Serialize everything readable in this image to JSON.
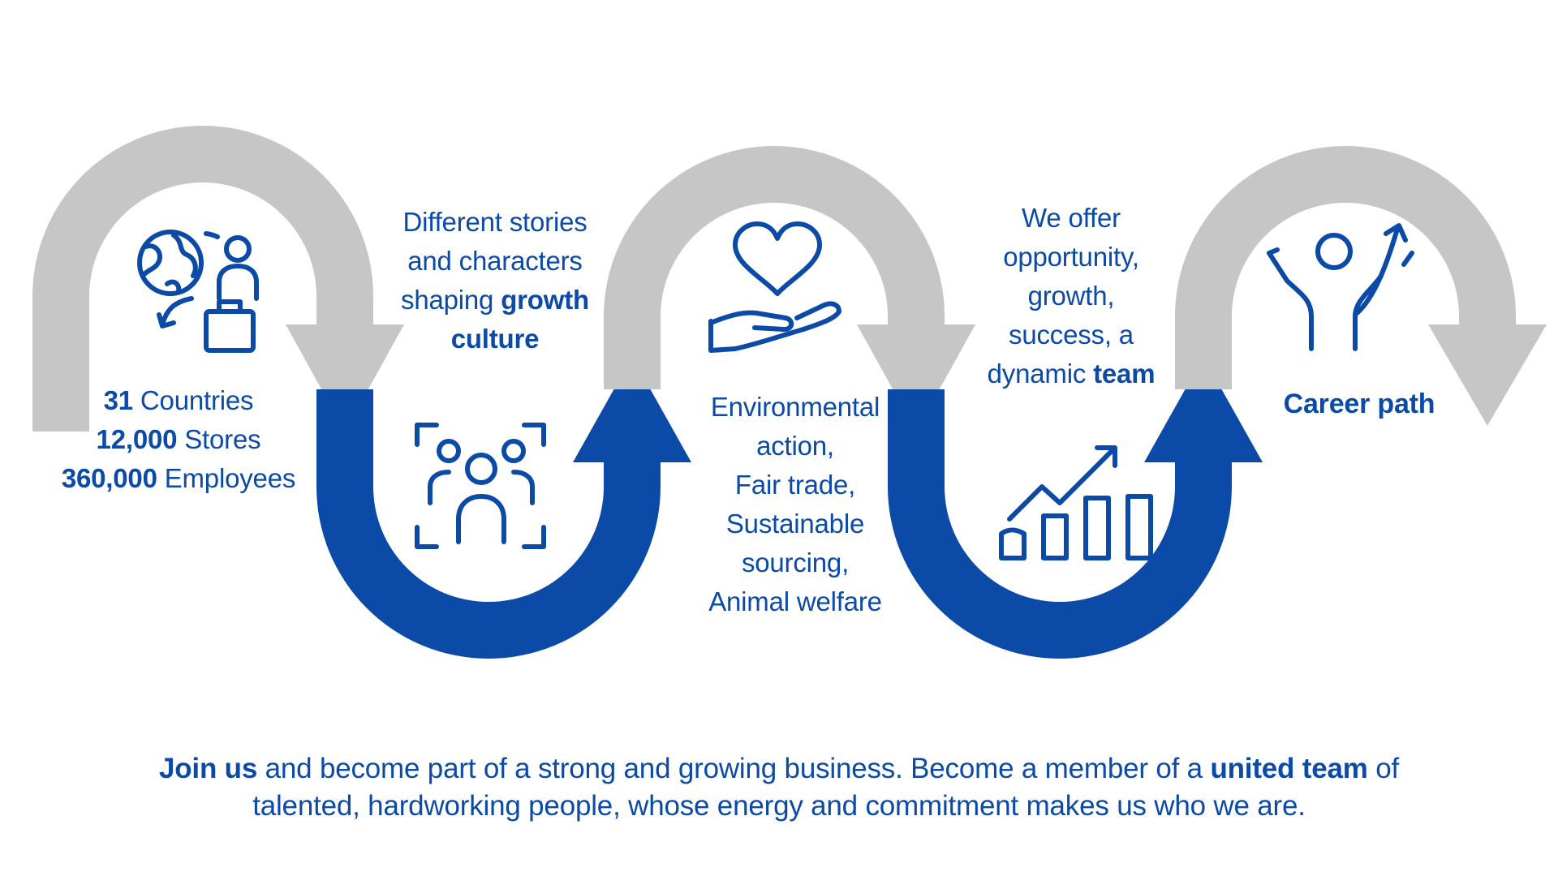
{
  "colors": {
    "accent_blue": "#0b4aa6",
    "arrow_gray": "#c6c6c6",
    "background": "#ffffff"
  },
  "icons": [
    "globe-travel-icon",
    "team-focus-icon",
    "heart-hand-icon",
    "growth-chart-icon",
    "career-success-icon"
  ],
  "stats": {
    "countries_value": "31",
    "countries_label": "Countries",
    "stores_value": "12,000",
    "stores_label": "Stores",
    "employees_value": "360,000",
    "employees_label": "Employees"
  },
  "growth_culture": {
    "line1": "Different stories",
    "line2": "and characters",
    "line3_plain": "shaping",
    "line3_bold": "growth",
    "line4_bold": "culture"
  },
  "sustainability": {
    "lines": [
      "Environmental",
      "action,",
      "Fair trade,",
      "Sustainable",
      "sourcing,",
      "Animal welfare"
    ]
  },
  "opportunity": {
    "line1": "We offer",
    "line2": "opportunity,",
    "line3": "growth,",
    "line4": "success, a",
    "line5_plain": "dynamic",
    "line5_bold": "team"
  },
  "career": {
    "label": "Career path"
  },
  "closing": {
    "bold1": "Join us",
    "text1": "and become part of a strong and growing business. Become a member of a",
    "bold2": "united team",
    "text2": "of",
    "line2": "talented, hardworking people, whose energy and commitment makes us who we are."
  }
}
